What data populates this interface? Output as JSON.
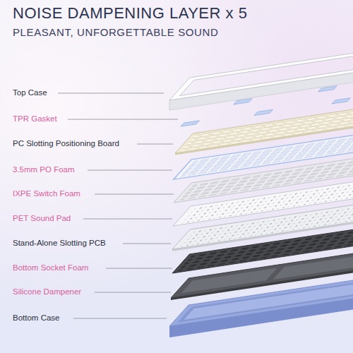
{
  "diagram": {
    "title": "NOISE DAMPENING LAYER x 5",
    "labels": [
      "PLEASANT, UNFORGETTABLE SOUND",
      "Top Case",
      "TPR Gasket",
      "PC Slotting Positioning Board",
      "3.5mm PO Foam",
      "IXPE Switch Foam",
      "PET Sound Pad",
      "Stand-Alone Slotting PCB",
      "Bottom Socket Foam",
      "Silicone Dampener",
      "Bottom Case"
    ]
  }
}
